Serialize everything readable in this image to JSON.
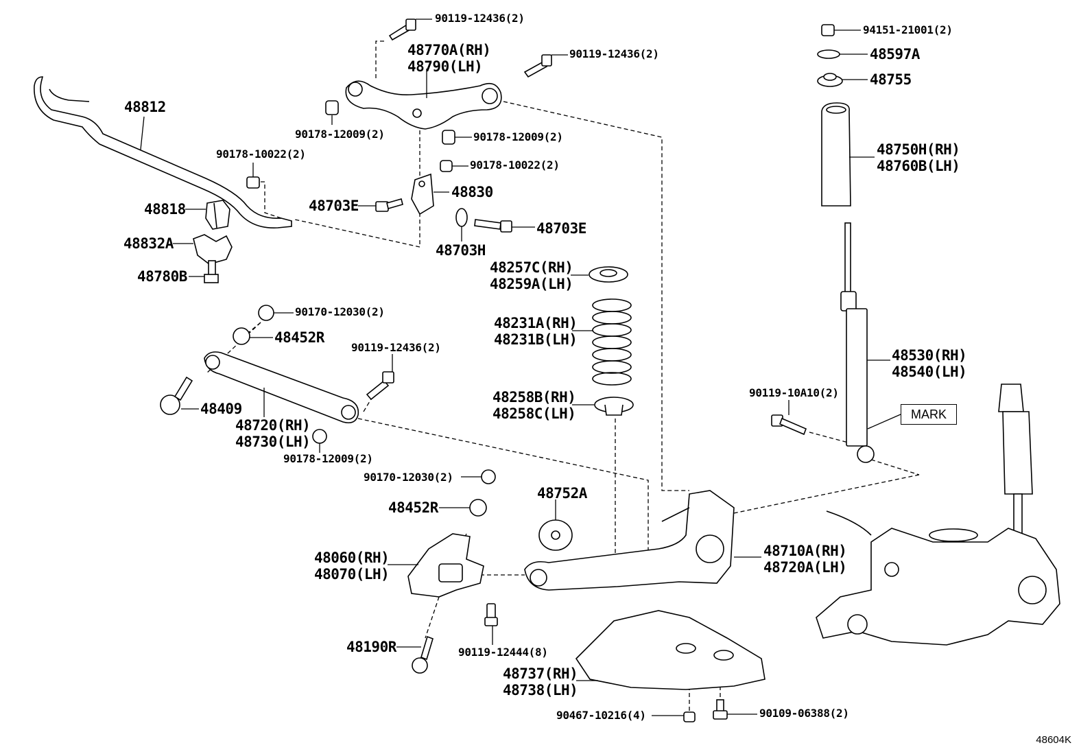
{
  "diagram": {
    "figure_code": "48604K",
    "mark_label": "MARK",
    "labels": {
      "bolt_top_a": "90119-12436(2)",
      "upper_arm_rh": "48770A(RH)",
      "upper_arm_lh": "48790(LH)",
      "bolt_top_b": "90119-12436(2)",
      "stabilizer_bar": "48812",
      "nut_upper_left": "90178-12009(2)",
      "nut_upper_right": "90178-12009(2)",
      "nut_stab_left": "90178-10022(2)",
      "nut_stab_right": "90178-10022(2)",
      "stab_bushing": "48818",
      "stab_link": "48830",
      "link_bolt_left": "48703E",
      "link_bolt_right": "48703E",
      "link_washer": "48703H",
      "bushing_bracket": "48832A",
      "bracket_bolt": "48780B",
      "spring_seat_upper_rh": "48257C(RH)",
      "spring_seat_upper_lh": "48259A(LH)",
      "nut_lower_a": "90170-12030(2)",
      "cam_a": "48452R",
      "spring_rh": "48231A(RH)",
      "spring_lh": "48231B(LH)",
      "bolt_mid": "90119-12436(2)",
      "cam_bolt": "48409",
      "lower_arm_rh": "48720(RH)",
      "lower_arm_lh": "48730(LH)",
      "nut_mid": "90178-12009(2)",
      "spring_seat_lower_rh": "48258B(RH)",
      "spring_seat_lower_lh": "48258C(LH)",
      "nut_lower_b": "90170-12030(2)",
      "cam_b": "48452R",
      "spring_bumper": "48752A",
      "toe_arm_rh": "48060(RH)",
      "toe_arm_lh": "48070(LH)",
      "rear_arm_rh": "48710A(RH)",
      "rear_arm_lh": "48720A(LH)",
      "toe_bolt": "48190R",
      "bracket_bolts": "90119-12444(8)",
      "cover_rh": "48737(RH)",
      "cover_lh": "48738(LH)",
      "clip": "90467-10216(4)",
      "cover_bolt": "90109-06388(2)",
      "top_nut": "94151-21001(2)",
      "washer_top": "48597A",
      "mount_cushion": "48755",
      "boot_rh": "48750H(RH)",
      "boot_lh": "48760B(LH)",
      "shock_bolt": "90119-10A10(2)",
      "shock_rh": "48530(RH)",
      "shock_lh": "48540(LH)"
    }
  }
}
